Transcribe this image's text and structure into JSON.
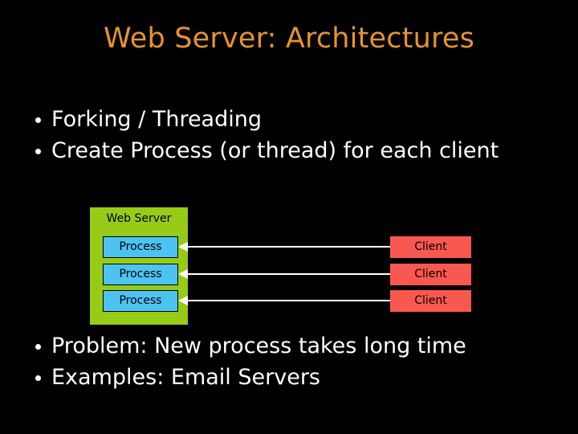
{
  "slide": {
    "title": "Web Server: Architectures",
    "background_color": "#000000",
    "title_color": "#E8932B",
    "body_text_color": "#FFFFFF"
  },
  "bullets_top": [
    {
      "text": "Forking / Threading"
    },
    {
      "text": "Create Process (or thread) for each client"
    }
  ],
  "bullets_bottom": [
    {
      "text": "Problem: New process takes long time"
    },
    {
      "text": "Examples: Email Servers"
    }
  ],
  "diagram": {
    "server": {
      "label": "Web Server",
      "fill_color": "#97CB17",
      "label_color": "#000000"
    },
    "processes": [
      {
        "label": "Process"
      },
      {
        "label": "Process"
      },
      {
        "label": "Process"
      }
    ],
    "process_style": {
      "fill_color": "#4CC3F1",
      "border_color": "#000000",
      "label_color": "#000000"
    },
    "clients": [
      {
        "label": "Client"
      },
      {
        "label": "Client"
      },
      {
        "label": "Client"
      }
    ],
    "client_style": {
      "fill_color": "#F95850",
      "label_color": "#000000"
    },
    "connectors": {
      "count": 3,
      "color": "#FFFFFF",
      "direction": "client-to-process"
    }
  }
}
